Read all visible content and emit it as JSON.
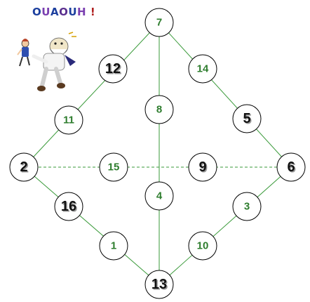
{
  "title": {
    "letters": [
      {
        "ch": "O",
        "color": "#1c3f9e"
      },
      {
        "ch": "u",
        "color": "#7a3fb0"
      },
      {
        "ch": "a",
        "color": "#1c3f9e"
      },
      {
        "ch": "o",
        "color": "#5a2f8f"
      },
      {
        "ch": "u",
        "color": "#1c3f9e"
      },
      {
        "ch": "h",
        "color": "#7a3fb0"
      },
      {
        "ch": " ",
        "color": "#000000"
      },
      {
        "ch": "!",
        "color": "#b02020"
      }
    ]
  },
  "colors": {
    "line": "#3a9a3a",
    "dashed_line": "#3a9a3a",
    "node_border": "#000000",
    "node_fill": "#ffffff",
    "given_number": "#111111",
    "found_number": "#2e7d2e"
  },
  "nodes": [
    {
      "id": "top",
      "label": "7",
      "kind": "found"
    },
    {
      "id": "upper-left-1",
      "label": "12",
      "kind": "given"
    },
    {
      "id": "upper-right-1",
      "label": "14",
      "kind": "found"
    },
    {
      "id": "center-top",
      "label": "8",
      "kind": "found"
    },
    {
      "id": "upper-left-2",
      "label": "11",
      "kind": "found"
    },
    {
      "id": "upper-right-2",
      "label": "5",
      "kind": "given"
    },
    {
      "id": "left",
      "label": "2",
      "kind": "given"
    },
    {
      "id": "mid-left",
      "label": "15",
      "kind": "found"
    },
    {
      "id": "mid-right",
      "label": "9",
      "kind": "given"
    },
    {
      "id": "right",
      "label": "6",
      "kind": "given"
    },
    {
      "id": "center-bottom",
      "label": "4",
      "kind": "found"
    },
    {
      "id": "lower-left-1",
      "label": "16",
      "kind": "given"
    },
    {
      "id": "lower-right-1",
      "label": "3",
      "kind": "found"
    },
    {
      "id": "lower-left-2",
      "label": "1",
      "kind": "found"
    },
    {
      "id": "lower-right-2",
      "label": "10",
      "kind": "found"
    },
    {
      "id": "bottom",
      "label": "13",
      "kind": "given"
    }
  ],
  "lines": [
    {
      "from": "left",
      "to": "top",
      "style": "solid"
    },
    {
      "from": "top",
      "to": "right",
      "style": "solid"
    },
    {
      "from": "right",
      "to": "bottom",
      "style": "solid"
    },
    {
      "from": "bottom",
      "to": "left",
      "style": "solid"
    },
    {
      "from": "top",
      "to": "bottom",
      "style": "solid"
    },
    {
      "from": "left",
      "to": "right",
      "style": "dashed"
    }
  ],
  "mascot": {
    "icon": "cartoon-characters-icon"
  }
}
